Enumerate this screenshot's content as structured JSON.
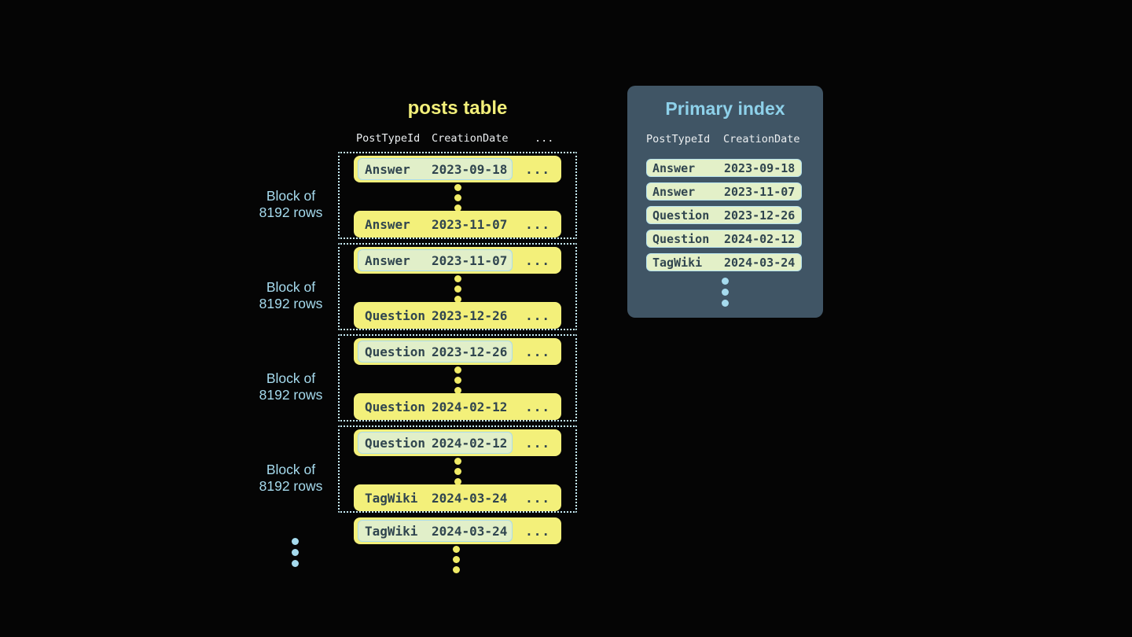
{
  "colors": {
    "background": "#050505",
    "yellow": "#f3f07a",
    "dot_yellow": "#f0eb66",
    "row_text": "#30454f",
    "highlight_bg": "#e1efc9",
    "highlight_border": "#aadcec",
    "dotted_border": "#c6ebf5",
    "label_blue": "#a6dbee",
    "panel_bg": "#405565",
    "index_pill_bg": "#e3f0c8",
    "index_pill_border": "#b7e2ee",
    "header_text": "#eceff1",
    "title_yellow": "#f3f07a",
    "title_blue": "#8ed1ea"
  },
  "posts_table": {
    "title": "posts table",
    "headers": {
      "col1": "PostTypeId",
      "col2": "CreationDate",
      "more": "..."
    },
    "row_more": "...",
    "blocks": [
      {
        "label": [
          "Block of",
          "8192 rows"
        ],
        "first": {
          "type": "Answer",
          "date": "2023-09-18"
        },
        "last": {
          "type": "Answer",
          "date": "2023-11-07"
        }
      },
      {
        "label": [
          "Block of",
          "8192 rows"
        ],
        "first": {
          "type": "Answer",
          "date": "2023-11-07"
        },
        "last": {
          "type": "Question",
          "date": "2023-12-26"
        }
      },
      {
        "label": [
          "Block of",
          "8192 rows"
        ],
        "first": {
          "type": "Question",
          "date": "2023-12-26"
        },
        "last": {
          "type": "Question",
          "date": "2024-02-12"
        }
      },
      {
        "label": [
          "Block of",
          "8192 rows"
        ],
        "first": {
          "type": "Question",
          "date": "2024-02-12"
        },
        "last": {
          "type": "TagWiki",
          "date": "2024-03-24"
        }
      }
    ],
    "overflow_row": {
      "type": "TagWiki",
      "date": "2024-03-24"
    }
  },
  "primary_index": {
    "title": "Primary index",
    "headers": {
      "col1": "PostTypeId",
      "col2": "CreationDate"
    },
    "rows": [
      {
        "type": "Answer",
        "date": "2023-09-18"
      },
      {
        "type": "Answer",
        "date": "2023-11-07"
      },
      {
        "type": "Question",
        "date": "2023-12-26"
      },
      {
        "type": "Question",
        "date": "2024-02-12"
      },
      {
        "type": "TagWiki",
        "date": "2024-03-24"
      }
    ]
  }
}
